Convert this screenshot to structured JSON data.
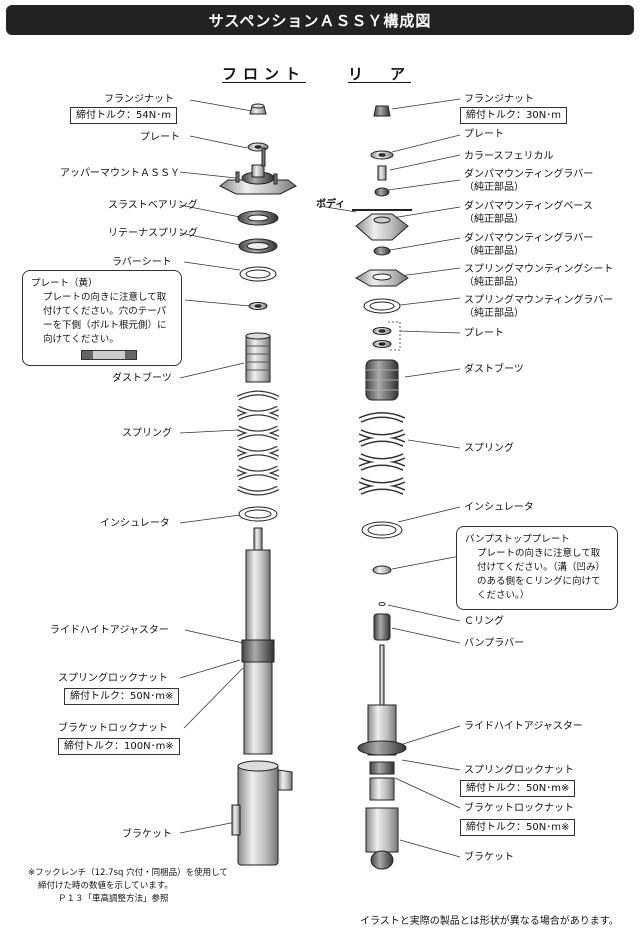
{
  "title": "サスペンションＡＳＳＹ構成図",
  "heading_front": "フロント",
  "heading_rear": "リ　ア",
  "front": {
    "flange_nut": "フランジナット",
    "flange_nut_torque": "締付トルク：54N･m",
    "plate": "プレート",
    "upper_mount": "アッパーマウントＡＳＳＹ",
    "thrust_bearing": "スラストベアリング",
    "retainer_spring": "リテーナスプリング",
    "rubber_seat": "ラバーシート",
    "dust_boot": "ダストブーツ",
    "spring": "スプリング",
    "insulator": "インシュレータ",
    "ride_height_adjuster": "ライドハイトアジャスター",
    "spring_lock_nut": "スプリングロックナット",
    "spring_lock_nut_torque": "締付トルク：50N･m※",
    "bracket_lock_nut": "ブラケットロックナット",
    "bracket_lock_nut_torque": "締付トルク：100N･m※",
    "bracket": "ブラケット",
    "note_title": "プレート（黄）",
    "note_body": "プレートの向きに注意して取付けてください。穴のテーパーを下側（ボルト根元側）に向けてください。"
  },
  "rear": {
    "flange_nut": "フランジナット",
    "flange_nut_torque": "締付トルク：30N･m",
    "plate": "プレート",
    "collar_spherical": "カラースフェリカル",
    "damper_mount_rubber_1": "ダンパマウンティングラバー",
    "genuine_1": "（純正部品）",
    "body": "ボディ",
    "damper_mount_base": "ダンパマウンティングベース",
    "genuine_2": "（純正部品）",
    "damper_mount_rubber_2": "ダンパマウンティングラバー",
    "genuine_3": "（純正部品）",
    "spring_mount_sheet": "スプリングマウンティングシート",
    "genuine_4": "（純正部品）",
    "spring_mount_rubber": "スプリングマウンティングラバー",
    "genuine_5": "（純正部品）",
    "plate_2": "プレート",
    "dust_boot": "ダストブーツ",
    "spring": "スプリング",
    "insulator": "インシュレータ",
    "bump_stop_plate": "バンプストッププレート",
    "bump_note": "プレートの向きに注意して取付けてください。（溝（凹み）のある側をＣリングに向けてください。）",
    "c_ring": "Ｃリング",
    "bump_rubber": "バンプラバー",
    "ride_height_adjuster": "ライドハイトアジャスター",
    "spring_lock_nut": "スプリングロックナット",
    "spring_lock_nut_torque": "締付トルク：50N･m※",
    "bracket_lock_nut": "ブラケットロックナット",
    "bracket_lock_nut_torque": "締付トルク：50N･m※",
    "bracket": "ブラケット"
  },
  "footnote_1": "※フックレンチ（12.7sq 穴付・同梱品）を使用して",
  "footnote_2": "締付けた時の数値を示しています。",
  "footnote_3": "Ｐ１３「車高調整方法」参照",
  "bottom_note": "イラストと実際の製品とは形状が異なる場合があります。"
}
